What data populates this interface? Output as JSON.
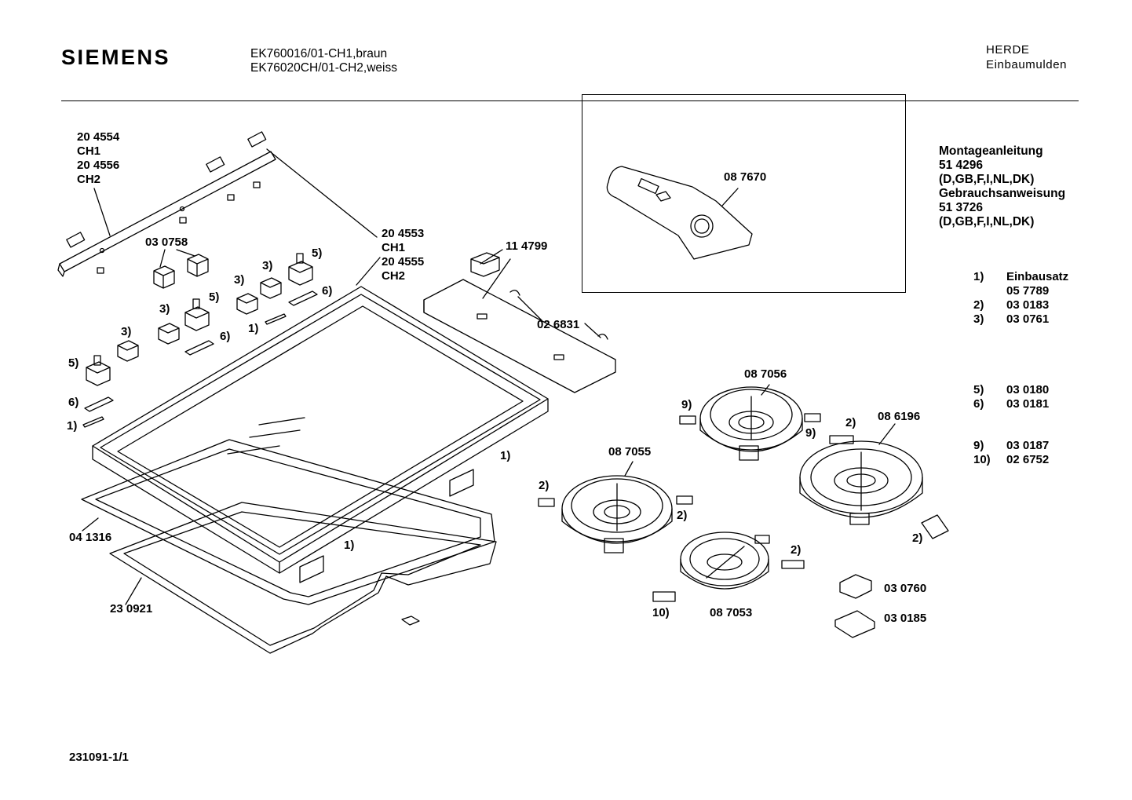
{
  "header": {
    "brand": "SIEMENS",
    "model_line_1": "EK760016/01-CH1,braun",
    "model_line_2": "EK76020CH/01-CH2,weiss",
    "category_line_1": "HERDE",
    "category_line_2": "Einbaumulden"
  },
  "docs": {
    "line_1": "Montageanleitung",
    "line_2": "51 4296",
    "line_3": "(D,GB,F,I,NL,DK)",
    "line_4": "Gebrauchsanweisung",
    "line_5": "51 3726",
    "line_6": "(D,GB,F,I,NL,DK)"
  },
  "legend": [
    {
      "key": "1)",
      "part": "Einbausatz"
    },
    {
      "key": "",
      "part": "05 7789"
    },
    {
      "key": "2)",
      "part": "03 0183"
    },
    {
      "key": "3)",
      "part": "03 0761"
    },
    {
      "key": "5)",
      "part": "03 0180"
    },
    {
      "key": "6)",
      "part": "03 0181"
    },
    {
      "key": "9)",
      "part": "03 0187"
    },
    {
      "key": "10)",
      "part": "02 6752"
    }
  ],
  "parts": {
    "trim_top_a": "20 4554",
    "trim_top_a_var": "CH1",
    "trim_top_b": "20 4556",
    "trim_top_b_var": "CH2",
    "frame_a": "20 4553",
    "frame_a_var": "CH1",
    "frame_b": "20 4555",
    "frame_b_var": "CH2",
    "clip_group": "03 0758",
    "switch": "11 4799",
    "shield": "02 6831",
    "scraper": "08 7670",
    "seal": "04 1316",
    "base": "23 0921",
    "hob_small_top": "08 7056",
    "hob_large": "08 6196",
    "hob_mid": "08 7055",
    "hob_small_bottom": "08 7053",
    "terminal": "03 0760",
    "bracket": "03 0185"
  },
  "callouts": {
    "c3": "3)",
    "c5": "5)",
    "c6": "6)",
    "c1": "1)",
    "c2": "2)",
    "c9": "9)",
    "c10": "10)"
  },
  "footer": {
    "doc_id": "231091-1/1"
  }
}
